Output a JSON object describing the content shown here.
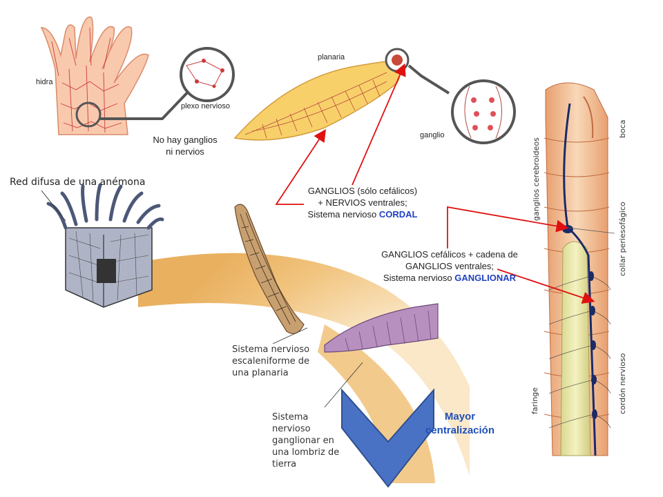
{
  "labels": {
    "hidra": "hidra",
    "plexo": "plexo nervioso",
    "no_ganglios": "No hay ganglios ni nervios",
    "planaria": "planaria",
    "ganglio": "ganglio",
    "red_difusa": "Red difusa de una anémona",
    "cordal_line1": "GANGLIOS (sólo cefálicos)",
    "cordal_line2": "+ NERVIOS ventrales;",
    "cordal_line3_prefix": "Sistema nervioso ",
    "cordal_keyword": "CORDAL",
    "ganglionar_line1": "GANGLIOS cefálicos + cadena de",
    "ganglionar_line2": "GANGLIOS ventrales;",
    "ganglionar_line3_prefix": "Sistema nervioso ",
    "ganglionar_keyword": "GANGLIONAR",
    "escaleniforme": "Sistema nervioso escaleniforme de una planaria",
    "ganglionar_lombriz": "Sistema nervioso ganglionar en una lombriz de tierra",
    "mayor_centralizacion": "Mayor centralización",
    "ganglios_cerebroideos": "ganglios cerebroideos",
    "boca": "boca",
    "collar": "collar periesofágico",
    "cordon": "cordón nervioso",
    "faringe": "faringe"
  },
  "colors": {
    "arrow_red": "#e01010",
    "chevron_fill": "#4a72c4",
    "chevron_stroke": "#2f4f8f",
    "accent_blue": "#1f3fbf",
    "arc": "#f0c37a"
  },
  "icons": {
    "chevron": "down-chevron-icon",
    "hydra": "hydra-illustration",
    "planaria": "planaria-illustration",
    "anemone": "anemone-illustration",
    "worm": "earthworm-illustration"
  }
}
